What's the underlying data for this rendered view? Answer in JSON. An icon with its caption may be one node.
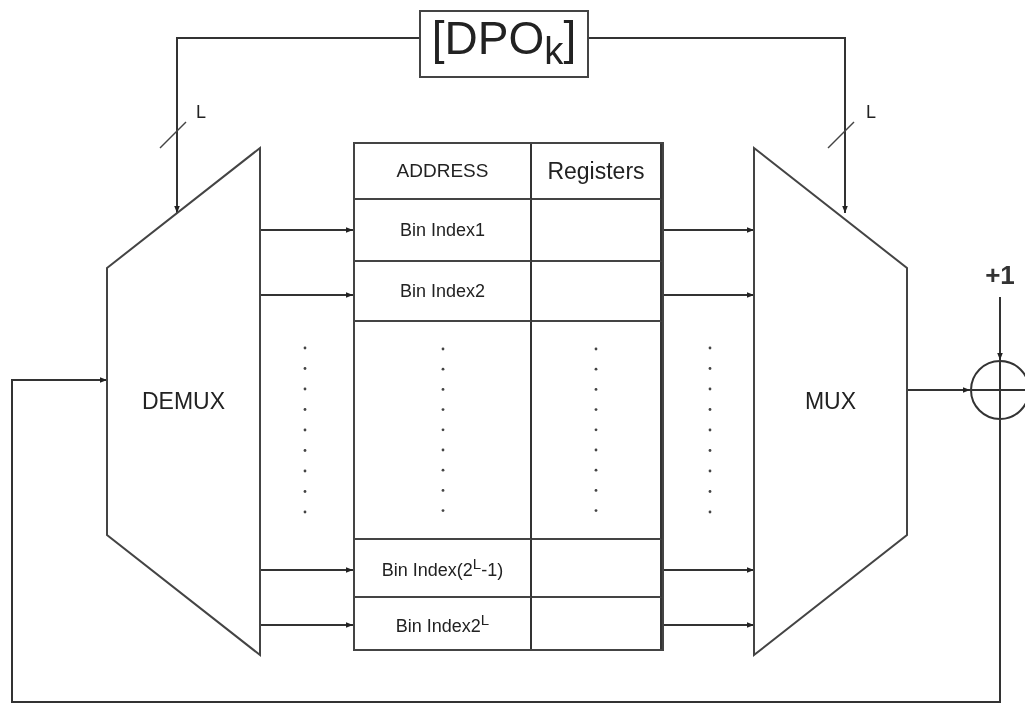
{
  "diagram": {
    "nodes": [
      {
        "text": [
          "[DPO$_{k}$]"
        ]
      },
      {
        "text": [
          "DEMUX"
        ]
      },
      {
        "text": [],
        "shape": "box"
      },
      {
        "text": [
          "ADDRESS"
        ],
        "in": 2
      },
      {
        "text": [
          "Registers"
        ],
        "in": 2
      },
      {
        "text": [
          "Bin Index1"
        ],
        "in": 2
      },
      {
        "text": [],
        "shape": "box",
        "in": 2
      },
      {
        "text": [
          "Bin Index2"
        ],
        "in": 2
      },
      {
        "text": [],
        "shape": "box",
        "in": 2
      },
      {
        "text": [],
        "shape": "box",
        "in": 2
      },
      {
        "text": [],
        "shape": "box",
        "in": 2
      },
      {
        "text": [
          "Bin Index(2$^{L}$-1)"
        ],
        "in": 2
      },
      {
        "text": [],
        "shape": "box",
        "in": 2
      },
      {
        "text": [
          "Bin Index2$^{L}$"
        ],
        "in": 2
      },
      {
        "text": [],
        "shape": "box",
        "in": 2
      },
      {
        "text": [
          "MUX"
        ]
      },
      {
        "text": [],
        "shape": "circle"
      },
      {
        "text": [
          "+1"
        ]
      }
    ],
    "edges": [
      {
        "from": 0,
        "to": 1,
        "arrow": "to"
      },
      {
        "from": 0,
        "to": 15,
        "arrow": "to"
      },
      {
        "from": 1,
        "to": 5,
        "arrow": "to"
      },
      {
        "from": 1,
        "to": 7,
        "arrow": "to"
      },
      {
        "from": 1,
        "to": 11,
        "arrow": "to"
      },
      {
        "from": 1,
        "to": 13,
        "arrow": "to"
      },
      {
        "from": 6,
        "to": 15,
        "arrow": "to"
      },
      {
        "from": 8,
        "to": 15,
        "arrow": "to"
      },
      {
        "from": 12,
        "to": 15,
        "arrow": "to"
      },
      {
        "from": 14,
        "to": 15,
        "arrow": "to"
      },
      {
        "from": 15,
        "to": 16,
        "arrow": "to"
      },
      {
        "from": 17,
        "to": 16,
        "arrow": "to"
      },
      {
        "from": 16,
        "to": 1,
        "arrow": "to"
      }
    ],
    "labels": [
      "L",
      "L"
    ]
  }
}
